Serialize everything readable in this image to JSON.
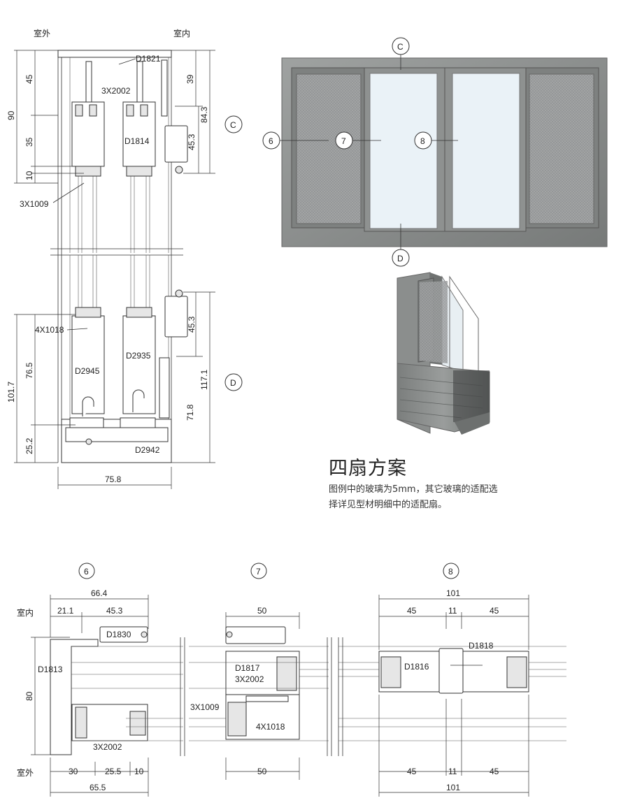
{
  "labels": {
    "outdoor": "室外",
    "indoor": "室内",
    "title": "四扇方案",
    "note": "图例中的玻璃为5mm，其它玻璃的适配选择详见型材明细中的适配扇。"
  },
  "callouts": {
    "c": "C",
    "d": "D",
    "n6": "6",
    "n7": "7",
    "n8": "8"
  },
  "section_cd": {
    "parts": {
      "d1821": "D1821",
      "3x2002": "3X2002",
      "d1814": "D1814",
      "3x1009": "3X1009",
      "4x1018": "4X1018",
      "d2945": "D2945",
      "d2935": "D2935",
      "d2942": "D2942"
    },
    "dims": {
      "d45": "45",
      "d90": "90",
      "d35": "35",
      "d10": "10",
      "d39": "39",
      "d84_3": "84.3",
      "d45_3a": "45.3",
      "d45_3b": "45.3",
      "d117_1": "117.1",
      "d71_8": "71.8",
      "d101_7": "101.7",
      "d76_5": "76.5",
      "d25_2": "25.2",
      "d75_8": "75.8"
    }
  },
  "section_6": {
    "parts": {
      "d1830": "D1830",
      "d1813": "D1813",
      "3x2002": "3X2002"
    },
    "dims": {
      "d66_4": "66.4",
      "d21_1": "21.1",
      "d45_3": "45.3",
      "d80": "80",
      "d30": "30",
      "d25_5": "25.5",
      "d10": "10",
      "d65_5": "65.5"
    }
  },
  "section_7": {
    "parts": {
      "d1817": "D1817",
      "3x2002": "3X2002",
      "3x1009": "3X1009",
      "4x1018": "4X1018"
    },
    "dims": {
      "d50_top": "50",
      "d50_bottom": "50"
    }
  },
  "section_8": {
    "parts": {
      "d1818": "D1818",
      "d1816": "D1816"
    },
    "dims": {
      "d101_top": "101",
      "d45_a": "45",
      "d11_a": "11",
      "d45_b": "45",
      "d45_c": "45",
      "d11_b": "11",
      "d45_d": "45",
      "d101_bottom": "101"
    }
  },
  "colors": {
    "frame": "#8a8d8b",
    "frame_dark": "#6f7270",
    "glass": "#e9f2f7",
    "screen": "#9a9c9d",
    "line": "#333333"
  }
}
